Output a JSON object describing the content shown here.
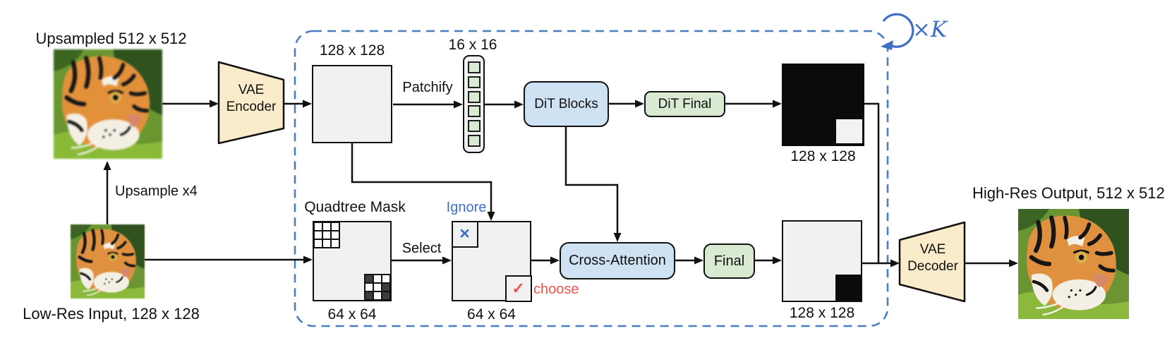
{
  "colors": {
    "accent_blue": "#3f6ec6",
    "dashed_border": "#4a7ec0",
    "box_blue": "#cfe2f3",
    "box_green": "#d9ead3",
    "box_cream": "#faeccb",
    "square_gray": "#f1f1f1",
    "mask_dark": "#3d3d3d",
    "choose_red": "#ef5350",
    "line_black": "#111111"
  },
  "inputs": {
    "upsampled_label": "Upsampled 512 x 512",
    "upsample_arrow_label": "Upsample x4",
    "lowres_label": "Low-Res Input, 128 x 128"
  },
  "vae_encoder": {
    "line1": "VAE",
    "line2": "Encoder"
  },
  "loop": {
    "label": "×K"
  },
  "latent": {
    "size_label": "128 x 128",
    "patchify_label": "Patchify"
  },
  "tokens": {
    "size_label": "16 x 16",
    "count": 6
  },
  "dit": {
    "blocks_label": "DiT Blocks",
    "final_label": "DiT Final",
    "output_size_label": "128 x 128"
  },
  "quadtree": {
    "title": "Quadtree Mask",
    "size_label": "64 x 64",
    "select_label": "Select",
    "topleft_pattern": [
      [
        0,
        0,
        0
      ],
      [
        0,
        0,
        0
      ],
      [
        0,
        0,
        0
      ]
    ],
    "bottomright_pattern": [
      [
        1,
        0,
        0
      ],
      [
        0,
        0,
        1
      ],
      [
        1,
        0,
        1
      ]
    ]
  },
  "mask_select": {
    "size_label": "64 x 64",
    "ignore_label": "Ignore",
    "ignore_mark": "×",
    "choose_label": "choose",
    "choose_mark": "✓"
  },
  "cross_attention": {
    "label": "Cross-Attention"
  },
  "final_block": {
    "label": "Final",
    "output_size_label": "128 x 128"
  },
  "vae_decoder": {
    "line1": "VAE",
    "line2": "Decoder"
  },
  "output": {
    "label": "High-Res Output, 512 x 512"
  }
}
